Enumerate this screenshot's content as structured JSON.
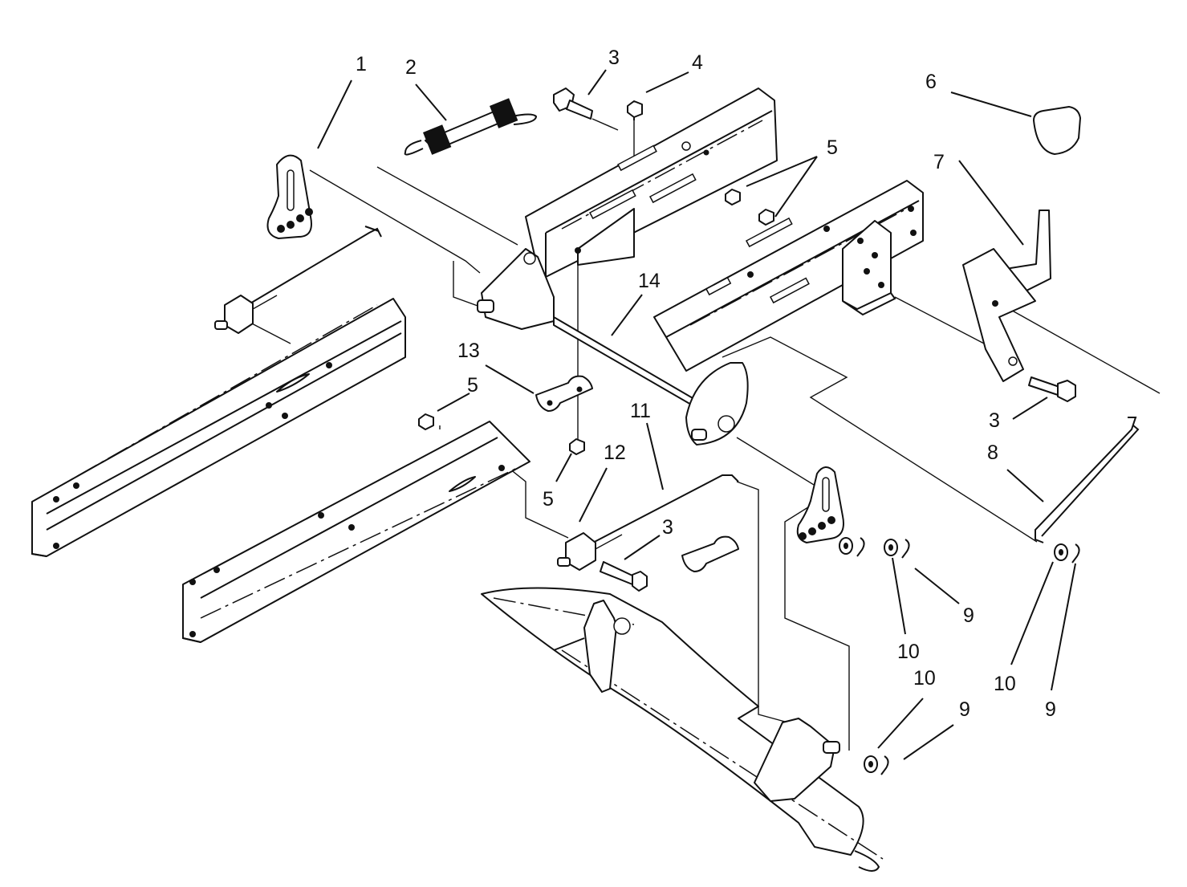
{
  "callouts": [
    {
      "id": "c1",
      "text": "1"
    },
    {
      "id": "c2",
      "text": "2"
    },
    {
      "id": "c3a",
      "text": "3"
    },
    {
      "id": "c4",
      "text": "4"
    },
    {
      "id": "c5a",
      "text": "5"
    },
    {
      "id": "c6",
      "text": "6"
    },
    {
      "id": "c7",
      "text": "7"
    },
    {
      "id": "c14",
      "text": "14"
    },
    {
      "id": "c13",
      "text": "13"
    },
    {
      "id": "c5b",
      "text": "5"
    },
    {
      "id": "c11",
      "text": "11"
    },
    {
      "id": "c12",
      "text": "12"
    },
    {
      "id": "c5c",
      "text": "5"
    },
    {
      "id": "c3b",
      "text": "3"
    },
    {
      "id": "c3c",
      "text": "3"
    },
    {
      "id": "c8",
      "text": "8"
    },
    {
      "id": "c9a",
      "text": "9"
    },
    {
      "id": "c10a",
      "text": "10"
    },
    {
      "id": "c10b",
      "text": "10"
    },
    {
      "id": "c9b",
      "text": "9"
    },
    {
      "id": "c10c",
      "text": "10"
    },
    {
      "id": "c9c",
      "text": "9"
    }
  ]
}
